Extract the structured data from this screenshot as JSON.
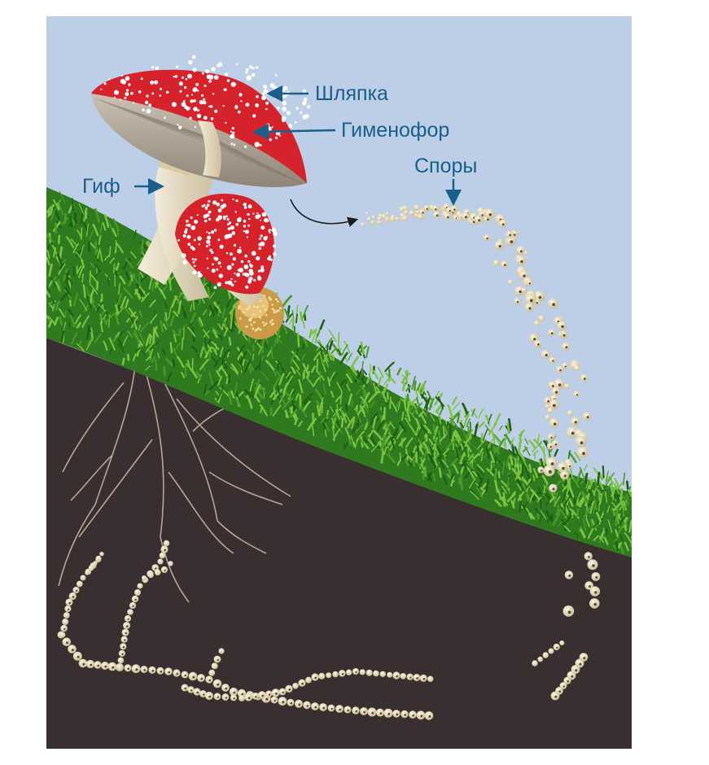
{
  "labels": {
    "cap": "Шляпка",
    "hymenophore": "Гименофор",
    "spores": "Споры",
    "hypha": "Гиф"
  },
  "colors": {
    "sky": "#bccfe6",
    "soil": "#3a2f30",
    "moss_dark": "#2f7a1e",
    "moss_light": "#7cc242",
    "cap_red": "#d5222b",
    "cap_spots": "#ffffff",
    "gills": "#b9ad9e",
    "stem": "#e8dcc4",
    "spore": "#e6dcbd",
    "mycelium": "#b8a596",
    "label_blue": "#1a5f8c"
  },
  "icons": [
    "arrow-left-icon",
    "arrow-down-icon",
    "curved-arrow-icon"
  ]
}
